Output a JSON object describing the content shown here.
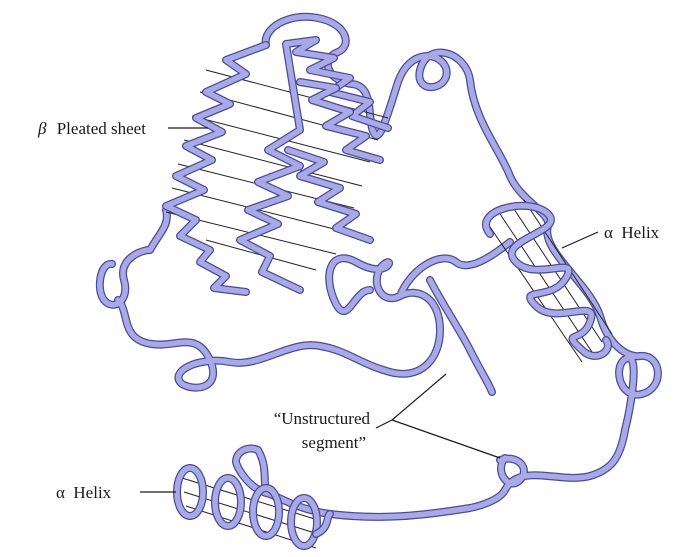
{
  "labels": {
    "beta_symbol": "β",
    "beta_text": "Pleated sheet",
    "alpha_helix_right": "α  Helix",
    "unstructured_line1": "“Unstructured",
    "unstructured_line2": "segment”",
    "alpha_helix_left": "α  Helix"
  },
  "colors": {
    "ribbon_fill": "#a9a9e6",
    "ribbon_edge": "#4a4a9a",
    "ribbon_highlight": "#d9d9f6",
    "rung": "#222222",
    "text": "#1a1a1a"
  }
}
